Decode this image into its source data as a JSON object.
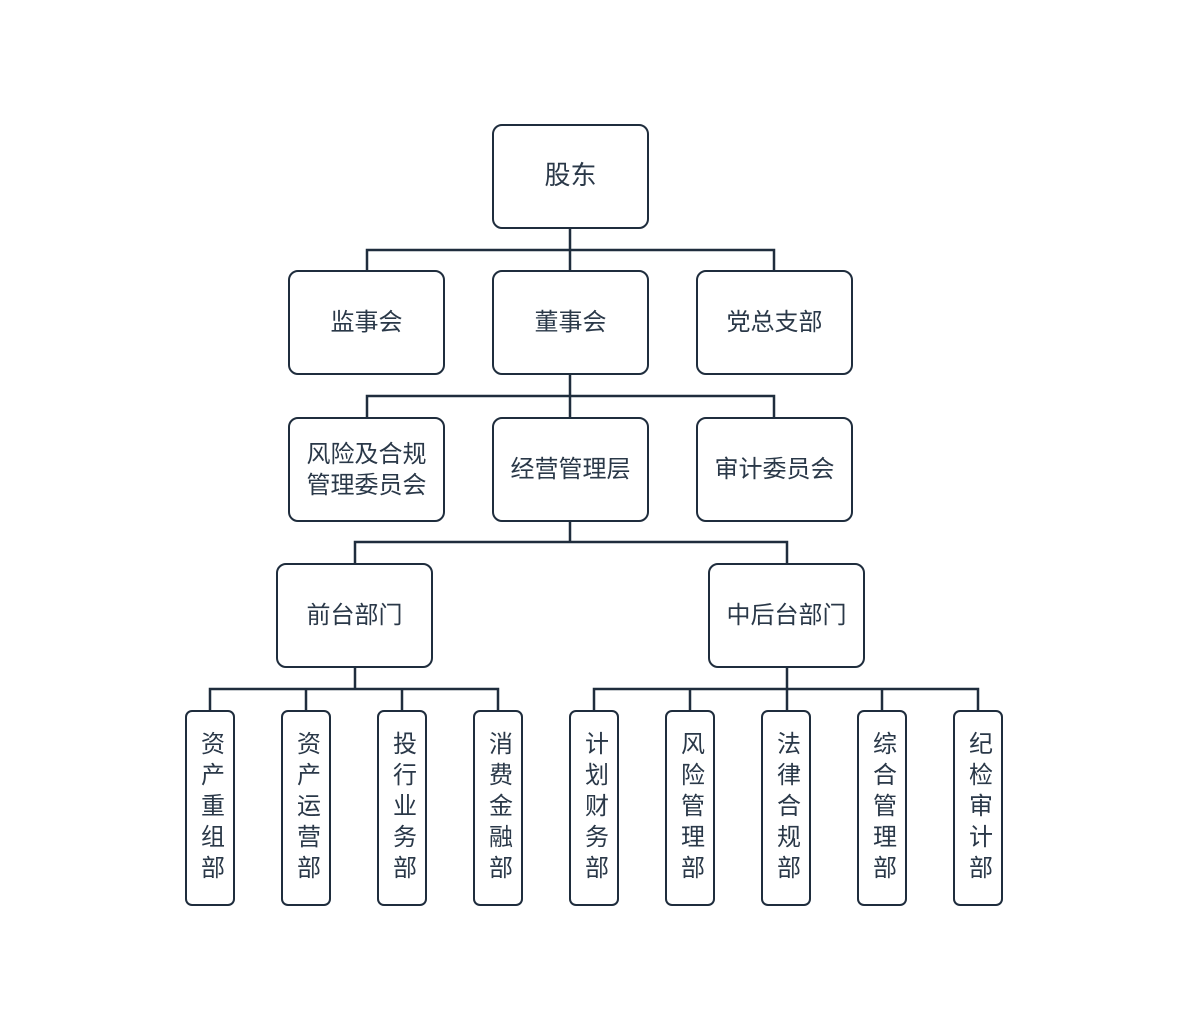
{
  "root": "股东",
  "level2": [
    "监事会",
    "董事会",
    "党总支部"
  ],
  "level3": [
    "风险及合规管理委员会",
    "经营管理层",
    "审计委员会"
  ],
  "level3_lines": [
    "风险及合规",
    "管理委员会"
  ],
  "level4": [
    "前台部门",
    "中后台部门"
  ],
  "front_departments": [
    "资产重组部",
    "资产运营部",
    "投行业务部",
    "消费金融部"
  ],
  "back_departments": [
    "计划财务部",
    "风险管理部",
    "法律合规部",
    "综合管理部",
    "纪检审计部"
  ],
  "colors": {
    "stroke": "#1f2d3d",
    "text": "#2a3848"
  }
}
